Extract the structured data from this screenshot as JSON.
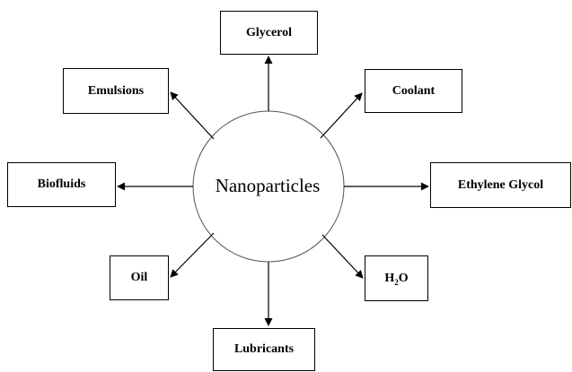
{
  "center": {
    "label": "Nanoparticles"
  },
  "nodes": {
    "glycerol": "Glycerol",
    "coolant": "Coolant",
    "ethylene_glycol": "Ethylene Glycol",
    "water_base": "H",
    "water_sub": "2",
    "water_tail": "O",
    "lubricants": "Lubricants",
    "oil": "Oil",
    "biofluids": "Biofluids",
    "emulsions": "Emulsions"
  }
}
